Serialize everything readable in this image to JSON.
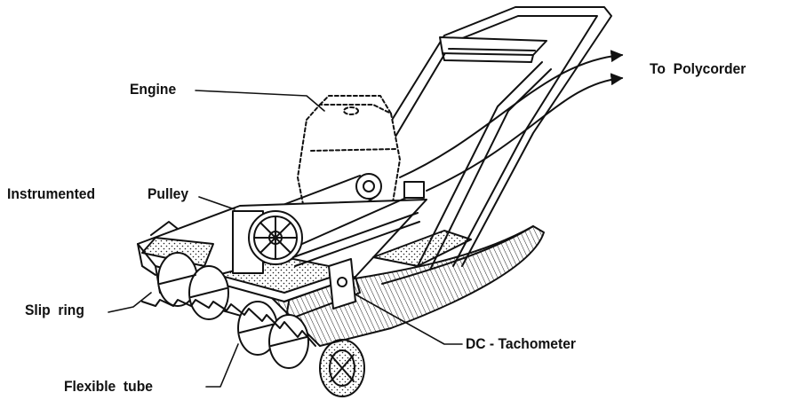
{
  "labels": {
    "engine": "Engine",
    "instrumented": "Instrumented",
    "pulley": "Pulley",
    "slip_ring": "Slip  ring",
    "flexible_tube": "Flexible  tube",
    "dc_tachometer": "DC - Tachometer",
    "to_polycorder": "To  Polycorder"
  },
  "colors": {
    "ink": "#111111",
    "background": "#ffffff"
  }
}
